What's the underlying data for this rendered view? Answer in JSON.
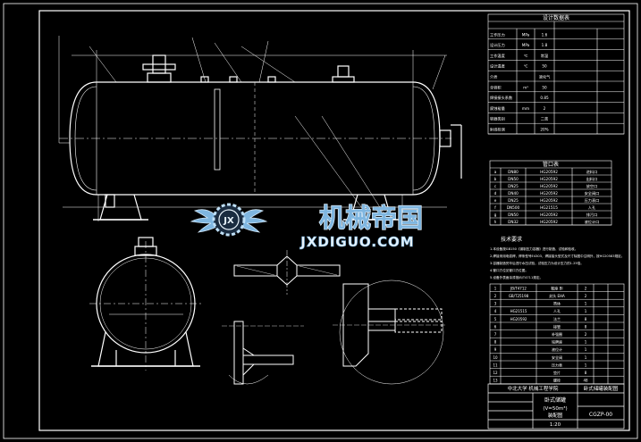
{
  "drawing": {
    "title": "卧式储罐装配图",
    "design_data_title": "设计数据表",
    "nozzle_table_title": "管口表",
    "tech_req_title": "技术要求",
    "tech_req_lines": [
      "1.本设备按GB150《钢制压力容器》进行制造、试验和验收。",
      "2.焊接采用电弧焊，焊条型号E4303，焊接接头型式及尺寸除图中注明外，按HG20583规定。",
      "3.容器制造完毕后进行水压试验，试验压力为设计压力的1.25倍。",
      "4.管口方位见管口方位图。",
      "5.设备外表面涂漆按JB/T4711规定。"
    ],
    "design_rows": [
      [
        "工作压力",
        "MPa",
        "1.6"
      ],
      [
        "设计压力",
        "MPa",
        "1.8"
      ],
      [
        "工作温度",
        "℃",
        "常温"
      ],
      [
        "设计温度",
        "℃",
        "50"
      ],
      [
        "介质",
        "",
        "液化气"
      ],
      [
        "全容积",
        "m³",
        "50"
      ],
      [
        "焊接接头系数",
        "",
        "0.85"
      ],
      [
        "腐蚀裕量",
        "mm",
        "2"
      ],
      [
        "容器类别",
        "",
        "二类"
      ],
      [
        "射线检测",
        "",
        "20%"
      ]
    ],
    "nozzle_rows": [
      [
        "a",
        "DN80",
        "HG20592",
        "进料口"
      ],
      [
        "b",
        "DN50",
        "HG20592",
        "出料口"
      ],
      [
        "c",
        "DN25",
        "HG20592",
        "放空口"
      ],
      [
        "d",
        "DN40",
        "HG20592",
        "安全阀口"
      ],
      [
        "e",
        "DN25",
        "HG20592",
        "压力表口"
      ],
      [
        "f",
        "DN500",
        "HG21515",
        "人孔"
      ],
      [
        "g",
        "DN50",
        "HG20592",
        "排污口"
      ],
      [
        "h",
        "DN32",
        "HG20592",
        "液位计口"
      ]
    ],
    "parts_rows": [
      [
        "1",
        "JB/T4712",
        "鞍座 BI",
        "2"
      ],
      [
        "2",
        "GB/T25198",
        "封头 EHA",
        "2"
      ],
      [
        "3",
        "",
        "筒体",
        "1"
      ],
      [
        "4",
        "HG21515",
        "人孔",
        "1"
      ],
      [
        "5",
        "HG20592",
        "法兰",
        "8"
      ],
      [
        "6",
        "",
        "接管",
        "8"
      ],
      [
        "7",
        "",
        "补强圈",
        "2"
      ],
      [
        "8",
        "",
        "铭牌座",
        "1"
      ],
      [
        "9",
        "",
        "液位计",
        "1"
      ],
      [
        "10",
        "",
        "安全阀",
        "1"
      ],
      [
        "11",
        "",
        "压力表",
        "1"
      ],
      [
        "12",
        "",
        "垫片",
        "8"
      ],
      [
        "13",
        "",
        "螺栓",
        "48"
      ]
    ],
    "title_block": {
      "school": "中北大学 机械工程学院",
      "name": "卧式储罐",
      "spec": "(V=50m³)",
      "type": "装配图",
      "number": "CGZP-00",
      "scale": "1:20"
    },
    "watermark": {
      "cn": "机械帝国",
      "en": "JXDIGUO.COM",
      "logo_letters": "JX"
    }
  }
}
